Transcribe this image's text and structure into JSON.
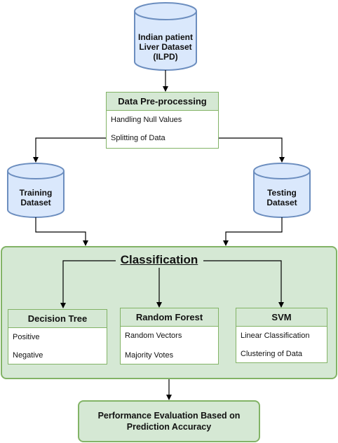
{
  "dataset": {
    "label": "Indian patient\nLiver Dataset\n(ILPD)"
  },
  "preprocessing": {
    "title": "Data Pre-processing",
    "items": [
      "Handling Null Values",
      "Splitting of Data"
    ]
  },
  "training": {
    "label": "Training\nDataset"
  },
  "testing": {
    "label": "Testing\nDataset"
  },
  "classification": {
    "title": "Classification",
    "models": [
      {
        "title": "Decision Tree",
        "items": [
          "Positive",
          "Negative"
        ]
      },
      {
        "title": "Random Forest",
        "items": [
          "Random Vectors",
          "Majority Votes"
        ]
      },
      {
        "title": "SVM",
        "items": [
          "Linear Classification",
          "Clustering of Data"
        ]
      }
    ]
  },
  "performance": {
    "label": "Performance Evaluation Based on\nPrediction Accuracy"
  },
  "colors": {
    "cylinder_fill": "#dae8fc",
    "cylinder_stroke": "#6c8ebf",
    "green_fill": "#d5e8d4",
    "green_stroke": "#82b366"
  }
}
